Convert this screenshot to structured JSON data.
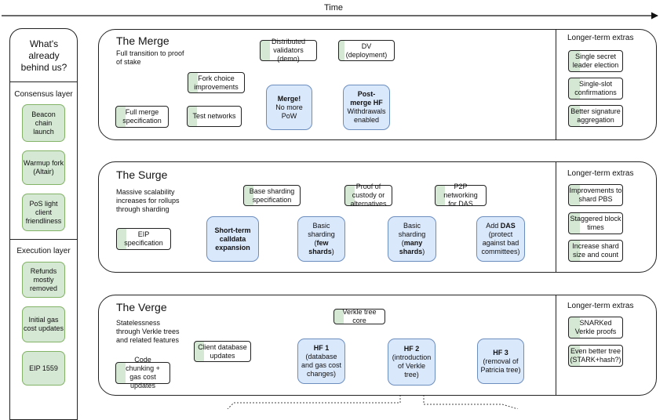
{
  "timeline": {
    "label": "Time"
  },
  "left": {
    "heading": "What's already behind us?",
    "consensus": {
      "title": "Consensus layer",
      "items": [
        "Beacon chain launch",
        "Warmup fork (Altair)",
        "PoS light client friendliness"
      ]
    },
    "execution": {
      "title": "Execution layer",
      "items": [
        "Refunds mostly removed",
        "Initial gas cost updates",
        "EIP 1559"
      ]
    }
  },
  "merge": {
    "title": "The Merge",
    "description": "Full transition to proof of stake",
    "nodes": {
      "dist_validators": "Distributed validators (demo)",
      "dv_deploy": "DV (deployment)",
      "fork_choice": "Fork choice improvements",
      "full_merge_spec": "Full merge specification",
      "test_networks": "Test networks",
      "merge_title": "Merge!",
      "merge_sub": "No more PoW",
      "post_merge_title": "Post-merge HF",
      "post_merge_sub": "Withdrawals enabled"
    },
    "extras_title": "Longer-term extras",
    "extras": [
      "Single secret leader election",
      "Single-slot confirmations",
      "Better signature aggregation"
    ]
  },
  "surge": {
    "title": "The Surge",
    "description": "Massive scalability increases for rollups through sharding",
    "nodes": {
      "eip_spec": "EIP specification",
      "calldata": "Short-term calldata expansion",
      "base_sharding_spec": "Base sharding specification",
      "basic_few_a": "Basic sharding",
      "basic_few_b": "few shards",
      "proof_custody": "Proof of custody or alternatives",
      "basic_many_a": "Basic sharding",
      "basic_many_b": "many shards",
      "p2p": "P2P networking for DAS",
      "das_a": "Add",
      "das_b": "DAS",
      "das_c": "(protect against bad committees)"
    },
    "extras_title": "Longer-term extras",
    "extras": [
      "Improvements to shard PBS",
      "Staggered block times",
      "Increase shard size and count"
    ]
  },
  "verge": {
    "title": "The Verge",
    "description": "Statelessness through Verkle trees and related features",
    "nodes": {
      "verkle_core": "Verkle tree core",
      "client_db": "Client database updates",
      "code_chunking": "Code chunking + gas cost updates",
      "hf1_title": "HF 1",
      "hf1_sub": "(database and gas cost changes)",
      "hf2_title": "HF 2",
      "hf2_sub": "(introduction of Verkle tree)",
      "hf3_title": "HF 3",
      "hf3_sub": "(removal of Patricia tree)"
    },
    "extras_title": "Longer-term extras",
    "extras": [
      "SNARKed Verkle proofs",
      "Even better tree (STARK+hash?)"
    ]
  }
}
